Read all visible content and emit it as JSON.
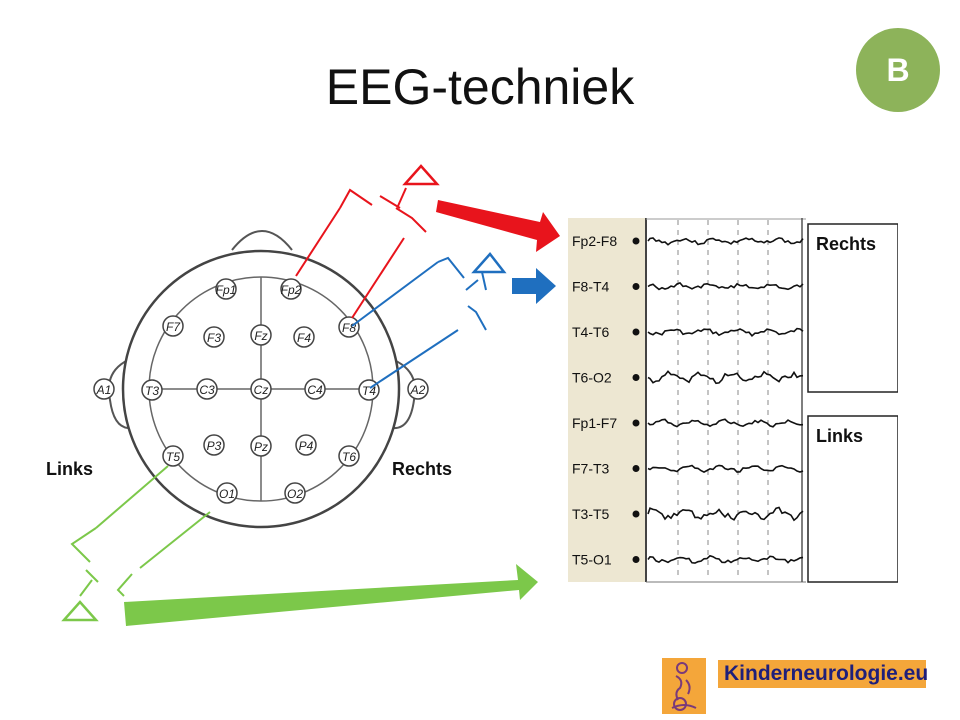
{
  "title": "EEG-techniek",
  "badge": "B",
  "head": {
    "electrodes": [
      "Fp1",
      "Fp2",
      "F7",
      "F3",
      "Fz",
      "F4",
      "F8",
      "A1",
      "T3",
      "C3",
      "Cz",
      "C4",
      "T4",
      "A2",
      "T5",
      "P3",
      "Pz",
      "P4",
      "T6",
      "O1",
      "O2"
    ],
    "left_label": "Links",
    "right_label": "Rechts"
  },
  "eeg": {
    "channels": [
      "Fp2-F8",
      "F8-T4",
      "T4-T6",
      "T6-O2",
      "Fp1-F7",
      "F7-T3",
      "T3-T5",
      "T5-O1"
    ],
    "group_right": "Rechts",
    "group_left": "Links"
  },
  "logo": "Kinderneurologie.eu",
  "colors": {
    "red": "#e8141c",
    "blue": "#1f6fbf",
    "green": "#7cc84a",
    "badge": "#8db35a",
    "logo_bg": "#f4a63a"
  }
}
